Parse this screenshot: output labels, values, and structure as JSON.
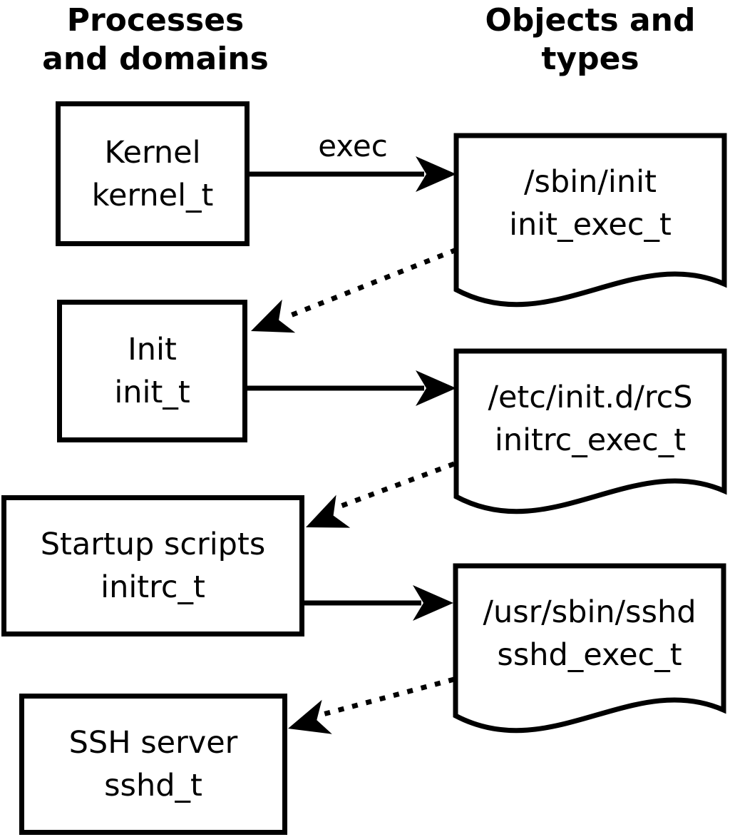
{
  "page": {
    "background_color": "#ffffff",
    "foreground_color": "#000000"
  },
  "headings": {
    "left": {
      "line1": "Processes",
      "line2": "and domains"
    },
    "right": {
      "line1": "Objects and",
      "line2": "types"
    }
  },
  "processes": [
    {
      "label": "Kernel",
      "domain": "kernel_t"
    },
    {
      "label": "Init",
      "domain": "init_t"
    },
    {
      "label": "Startup scripts",
      "domain": "initrc_t"
    },
    {
      "label": "SSH server",
      "domain": "sshd_t"
    }
  ],
  "objects": [
    {
      "path": "/sbin/init",
      "type": "init_exec_t"
    },
    {
      "path": "/etc/init.d/rcS",
      "type": "initrc_exec_t"
    },
    {
      "path": "/usr/sbin/sshd",
      "type": "sshd_exec_t"
    }
  ],
  "edge_labels": {
    "exec": "exec"
  }
}
